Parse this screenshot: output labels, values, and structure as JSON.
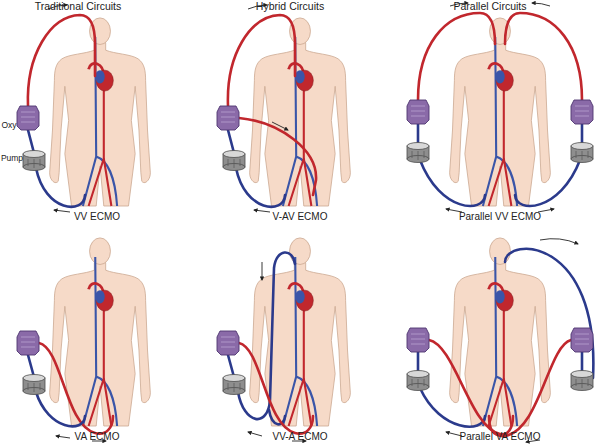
{
  "diagram": {
    "labels": [
      "Traditional Circuits",
      "Hybrid Circuits",
      "Parallel Circuits",
      "Oxy",
      "Pump",
      "VV ECMO",
      "V-AV ECMO",
      "Parallel VV ECMO",
      "VA ECMO",
      "VV-A ECMO",
      "Parallel VA ECMO"
    ]
  }
}
